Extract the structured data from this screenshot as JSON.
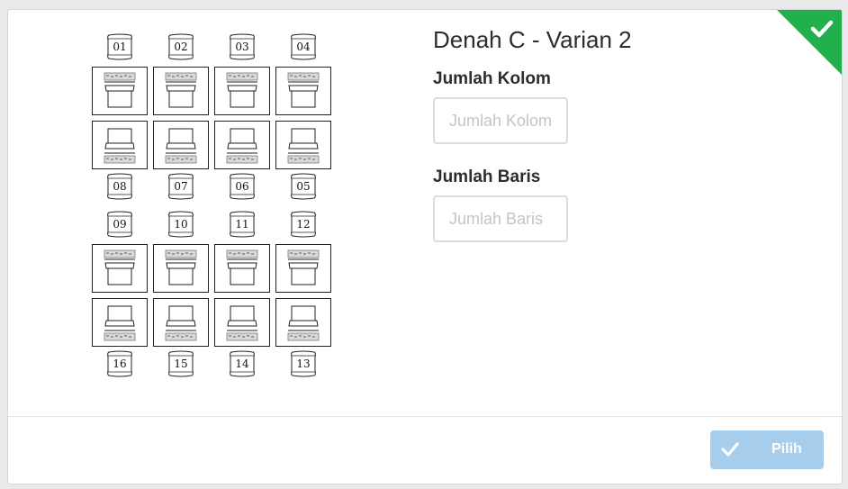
{
  "layout_title": "Denah C - Varian 2",
  "form": {
    "columns_label": "Jumlah Kolom",
    "columns_placeholder": "Jumlah Kolom",
    "rows_label": "Jumlah Baris",
    "rows_placeholder": "Jumlah Baris"
  },
  "seat_map": {
    "blocks": [
      {
        "top_labels": [
          "01",
          "02",
          "03",
          "04"
        ],
        "bottom_labels": [
          "08",
          "07",
          "06",
          "05"
        ]
      },
      {
        "top_labels": [
          "09",
          "10",
          "11",
          "12"
        ],
        "bottom_labels": [
          "16",
          "15",
          "14",
          "13"
        ]
      }
    ]
  },
  "select_button": {
    "label": "Pilih",
    "icon": "check-icon"
  },
  "selected_badge": {
    "icon": "check-icon"
  },
  "colors": {
    "accent_green": "#21b04b",
    "button_disabled_blue": "#a7cdec",
    "text_dark": "#2d2d2d",
    "input_border": "#dcdcdc"
  }
}
